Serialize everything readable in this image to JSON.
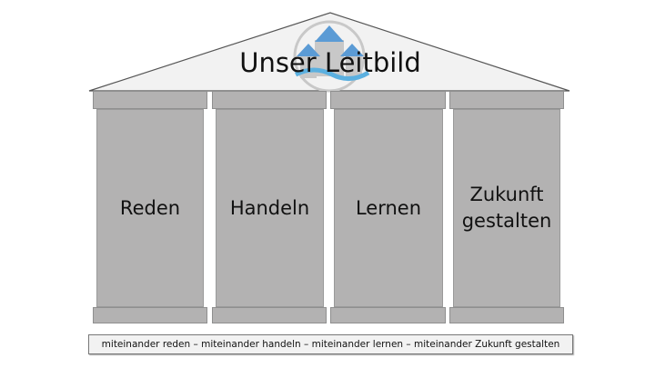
{
  "title": "Unser Leitbild",
  "pillars": [
    {
      "label": "Reden"
    },
    {
      "label": "Handeln"
    },
    {
      "label": "Lernen"
    },
    {
      "label": "Zukunft gestalten"
    }
  ],
  "motto": "miteinander reden – miteinander handeln – miteinander lernen – miteinander Zukunft gestalten",
  "colors": {
    "pillar": "#b3b2b2",
    "roof": "#f2f2f2",
    "logo_blue": "#5b9bd5",
    "logo_grey": "#c8c8c8"
  }
}
